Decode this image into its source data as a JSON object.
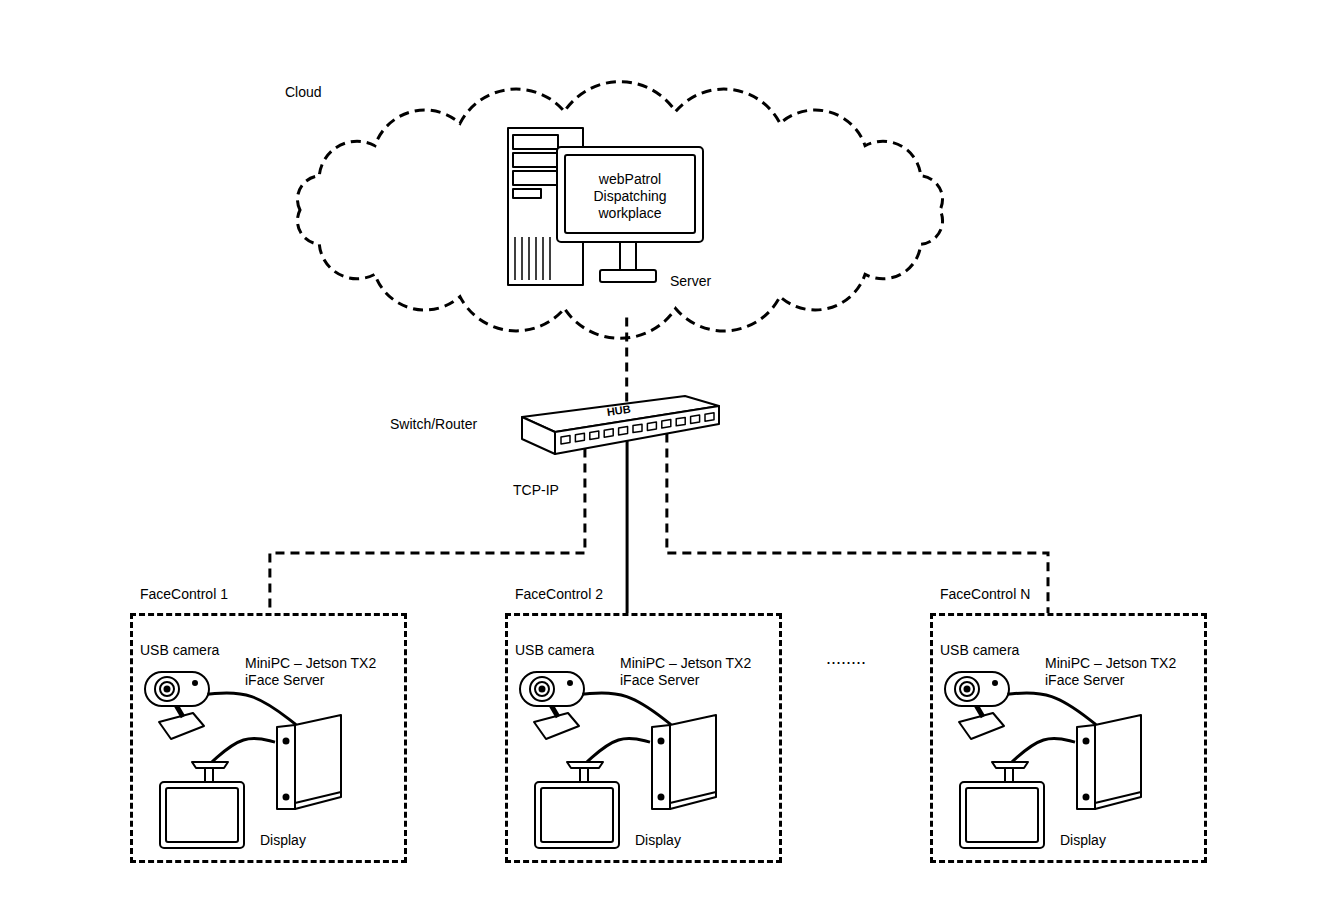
{
  "diagram": {
    "nodes": [
      {
        "text": [
          "Cloud"
        ]
      },
      {
        "text": [
          "webPatrol Dispatching workplace",
          "Server"
        ],
        "in": 0
      },
      {
        "text": [
          "HUB",
          "Switch/Router"
        ]
      },
      {
        "text": [
          "FaceControl 1"
        ]
      },
      {
        "text": [
          "USB camera"
        ],
        "in": 3
      },
      {
        "text": [
          "MiniPC – Jetson TX2 iFace Server"
        ],
        "in": 3
      },
      {
        "text": [
          "Display"
        ],
        "in": 3
      },
      {
        "text": [
          "FaceControl 2"
        ]
      },
      {
        "text": [
          "USB camera"
        ],
        "in": 7
      },
      {
        "text": [
          "MiniPC – Jetson TX2 iFace Server"
        ],
        "in": 7
      },
      {
        "text": [
          "Display"
        ],
        "in": 7
      },
      {
        "text": [
          "FaceControl N"
        ]
      },
      {
        "text": [
          "USB camera"
        ],
        "in": 11
      },
      {
        "text": [
          "MiniPC – Jetson TX2 iFace Server"
        ],
        "in": 11
      },
      {
        "text": [
          "Display"
        ],
        "in": 11
      }
    ],
    "edges": [
      {
        "from": 0,
        "to": 2,
        "arrow": "none"
      },
      {
        "from": 2,
        "to": 3,
        "arrow": "none"
      },
      {
        "from": 2,
        "to": 7,
        "arrow": "none"
      },
      {
        "from": 2,
        "to": 11,
        "arrow": "none"
      },
      {
        "from": 4,
        "to": 5,
        "arrow": "none"
      },
      {
        "from": 6,
        "to": 5,
        "arrow": "none"
      },
      {
        "from": 8,
        "to": 9,
        "arrow": "none"
      },
      {
        "from": 10,
        "to": 9,
        "arrow": "none"
      },
      {
        "from": 12,
        "to": 13,
        "arrow": "none"
      },
      {
        "from": 14,
        "to": 13,
        "arrow": "none"
      }
    ],
    "labels": [
      "TCP-IP",
      "........"
    ]
  }
}
